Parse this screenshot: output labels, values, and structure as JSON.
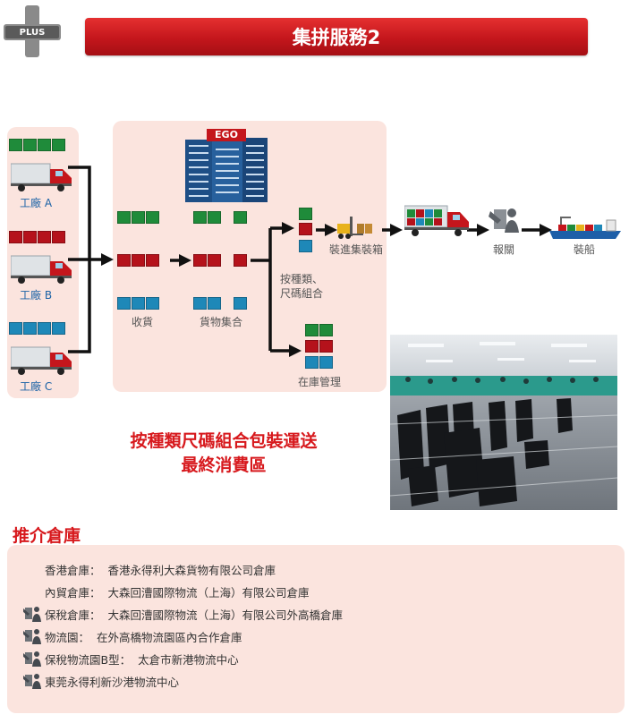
{
  "header": {
    "badge": "PLUS",
    "title": "集拼服務2"
  },
  "factories": [
    {
      "label": "工廠 A",
      "cargo": "green"
    },
    {
      "label": "工廠 B",
      "cargo": "red"
    },
    {
      "label": "工廠 C",
      "cargo": "blue"
    }
  ],
  "center": {
    "logo": "EGO",
    "steps": [
      "收貨",
      "貨物集合"
    ],
    "sort_label": [
      "按種類、",
      "尺碼組合"
    ],
    "stock_label": "在庫管理"
  },
  "flow": {
    "steps": [
      "裝進集裝箱",
      "報關",
      "裝船"
    ]
  },
  "slogan": [
    "按種類尺碼組合包裝運送",
    "最終消費區"
  ],
  "recommend": {
    "title": "推介倉庫",
    "items": [
      {
        "label": "香港倉庫：",
        "value": "香港永得利大森貨物有限公司倉庫",
        "icon": false
      },
      {
        "label": "內貿倉庫：",
        "value": "大森回漕國際物流（上海）有限公司倉庫",
        "icon": false
      },
      {
        "label": "保稅倉庫：",
        "value": "大森回漕國際物流（上海）有限公司外高橋倉庫",
        "icon": true
      },
      {
        "label": "物流園：",
        "value": "在外高橋物流園區內合作倉庫",
        "icon": true
      },
      {
        "label": "保稅物流園B型：",
        "value": "太倉市新港物流中心",
        "icon": true
      },
      {
        "label": "東莞永得利新沙港物流中心",
        "value": "",
        "icon": true
      }
    ]
  },
  "colors": {
    "accent_red": "#d7191d",
    "label_blue": "#1b62a6",
    "panel_pink": "#fbe4de",
    "cargo_green": "#1f8b3a",
    "cargo_red": "#b5121b",
    "cargo_blue": "#1e88b8"
  }
}
